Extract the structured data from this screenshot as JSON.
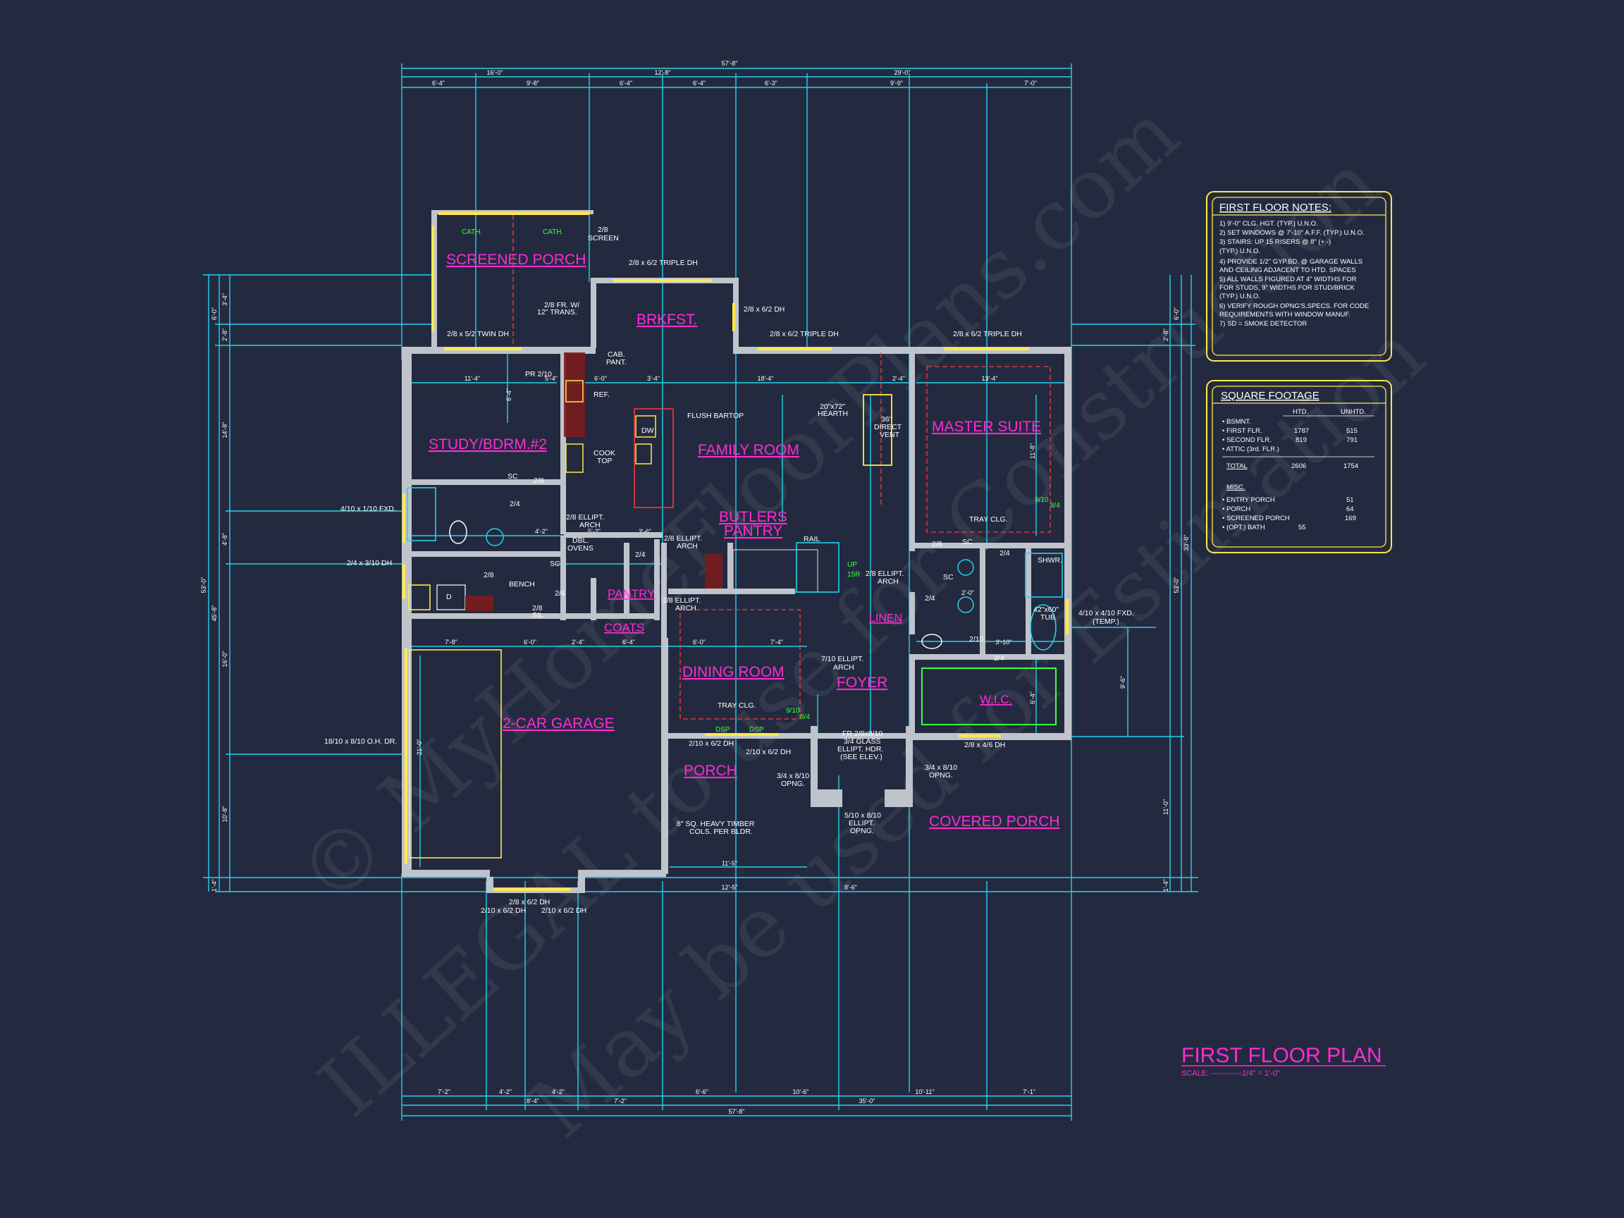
{
  "rooms": {
    "screened_porch": "SCREENED PORCH",
    "brkfst": "BRKFST.",
    "study": "STUDY/BDRM.#2",
    "family_room": "FAMILY ROOM",
    "master_suite": "MASTER SUITE",
    "butlers_pantry_1": "BUTLERS",
    "butlers_pantry_2": "PANTRY",
    "pantry": "PANTRY",
    "coats": "COATS",
    "linen": "LINEN",
    "dining_room": "DINING ROOM",
    "foyer": "FOYER",
    "wic": "W.I.C.",
    "garage": "2-CAR GARAGE",
    "porch": "PORCH",
    "covered_porch": "COVERED PORCH"
  },
  "labels": {
    "cath1": "CATH.",
    "cath2": "CATH.",
    "screen_1": "2/8",
    "screen_2": "SCREEN",
    "triple_dh_top": "2/8 x 6/2 TRIPLE DH",
    "fr_1": "2/8 FR. W/",
    "fr_2": "12\" TRANS.",
    "dh_28_62": "2/8 x 6/2 DH",
    "twin_dh": "2/8 x 5/2 TWIN DH",
    "triple_dh_fam": "2/8 x 6/2 TRIPLE DH",
    "triple_dh_mst": "2/8 x 6/2 TRIPLE DH",
    "cab_pant_1": "CAB.",
    "cab_pant_2": "PANT.",
    "pr210": "PR 2/10",
    "ref": "REF.",
    "flush_bartop": "FLUSH BARTOP",
    "dw": "DW",
    "cooktop_1": "COOK",
    "cooktop_2": "TOP",
    "hearth_1": "20\"x72\"",
    "hearth_2": "HEARTH",
    "vent_1": "36\"",
    "vent_2": "DIRECT",
    "vent_3": "VENT",
    "tray_clg": "TRAY CLG.",
    "ellipt_arch_k1": "2/8 ELLIPT.",
    "ellipt_arch_k2": "ARCH",
    "dbl_ovens_1": "DBL.",
    "dbl_ovens_2": "OVENS",
    "ellipt_butler_1": "2/8 ELLIPT.",
    "ellipt_butler_2": "ARCH",
    "rail": "RAIL",
    "up": "UP",
    "risers": "15R",
    "ellipt_foyer_1": "2/8 ELLIPT.",
    "ellipt_foyer_2": "ARCH",
    "ellipt_pantry_1": "2/8 ELLIPT.",
    "ellipt_pantry_2": "ARCH",
    "sc1": "SC",
    "sc2": "SC",
    "sc3": "SC",
    "sc4": "SC",
    "fxd_4_11": "4/10 x 1/10 FXD.",
    "dh_24_310": "2/4 x 3/10 DH",
    "bench": "BENCH",
    "wd": "D",
    "d28": "2/8",
    "d24a": "2/4",
    "d28b": "2/8",
    "d24b": "2/4",
    "d28c": "2/8",
    "sil": "SIL",
    "d24c": "2/4",
    "d28d": "2/8",
    "d24d": "2/4",
    "d24e": "2/4",
    "d210": "2/10",
    "d24f": "2/4",
    "shwr": "SHWR.",
    "tub_1": "42\"x60\"",
    "tub_2": "TUB",
    "fxd_temp_1": "4/10 x 4/10 FXD.",
    "fxd_temp_2": "(TEMP.)",
    "arch_710_1": "7/10 ELLIPT.",
    "arch_710_2": "ARCH",
    "dining_tray": "TRAY CLG.",
    "dsp1": "DSP",
    "dsp2": "DSP",
    "dh_porch_1": "2/10 x 6/2 DH",
    "dh_porch_2": "2/10 x 6/2 DH",
    "ofng_1": "3/4 x 8/10",
    "ofng_2": "OPNG.",
    "fr_glass_1": "FR 2/8x8/10",
    "fr_glass_2": "3/4 GLASS",
    "fr_glass_3": "ELLIPT. HDR.",
    "fr_glass_4": "(SEE ELEV.)",
    "dh_mst": "2/8 x 4/6 DH",
    "ofng_r_1": "3/4 x 8/10",
    "ofng_r_2": "OPNG.",
    "ellipt_ofng_1": "5/10 x 8/10",
    "ellipt_ofng_2": "ELLIPT.",
    "ellipt_ofng_3": "OPNG.",
    "timber_1": "8\" SQ. HEAVY TIMBER",
    "timber_2": "COLS. PER BLDR.",
    "garage_door": "18/10 x 8/10 O.H. DR.",
    "gar_dh_1": "2/8 x 6/2 DH",
    "gar_dh_2": "2/10 x 6/2 DH",
    "gar_dh_3": "2/10 x 6/2 DH",
    "door_910a": "9/10",
    "door_84a": "8/4",
    "door_910b": "9/10",
    "door_84b": "8/4"
  },
  "dims_top": {
    "overall": "57'-8\"",
    "s1": "16'-0\"",
    "s2": "12'-8\"",
    "s3": "29'-0\"",
    "d1": "6'-4\"",
    "d2": "9'-8\"",
    "d3": "6'-4\"",
    "d4": "6'-4\"",
    "d5": "6'-3\"",
    "d6": "9'-9\"",
    "d7": "7'-0\""
  },
  "dims_bottom": {
    "overall": "57'-8\"",
    "b1": "7'-2\"",
    "b2": "4'-2\"",
    "b3": "4'-2\"",
    "b4": "7'-2\"",
    "b5": "6'-6\"",
    "b6": "10'-6\"",
    "b7": "10'-11\"",
    "b8": "7'-1\"",
    "b9": "8'-4\"",
    "b10": "35'-0\""
  },
  "dims_left": {
    "overall": "53'-0\"",
    "l1": "45'-8\"",
    "a1": "3'-4\"",
    "a2": "6'-0\"",
    "a3": "2'-8\"",
    "a4": "14'-8\"",
    "a5": "4'-8\"",
    "a6": "16'-0\"",
    "a7": "10'-8\"",
    "a8": "1'-4\""
  },
  "dims_right": {
    "overall": "53'-0\"",
    "r1": "33'-8\"",
    "r2": "6'-0\"",
    "r3": "2'-8\"",
    "r4": "9'-6\"",
    "r5": "11'-0\"",
    "r6": "1'-4\""
  },
  "dims_inner": {
    "i1": "11'-4\"",
    "i2": "5'-4\"",
    "i3": "6'-0\"",
    "i4": "3'-4\"",
    "i5": "18'-4\"",
    "i6": "2'-4\"",
    "i7": "13'-4\"",
    "i8": "6'-4\"",
    "i9": "11'-8\"",
    "i10": "4'-2\"",
    "i11": "5'-2\"",
    "i12": "3'-6\"",
    "i13": "7'-8\"",
    "i14": "6'-0\"",
    "i15": "2'-4\"",
    "i16": "6'-4\"",
    "i17": "6'-0\"",
    "i18": "7'-4\"",
    "i19": "2'-0\"",
    "i20": "3'-10\"",
    "i21": "6'-4\"",
    "i22": "11'-5\"",
    "i23": "12'-5\"",
    "i24": "8'-6\"",
    "i25": "21'-0\""
  },
  "notes": {
    "title": "FIRST FLOOR NOTES:",
    "items": [
      "1) 9'-0\" CLG. HGT. (TYP.) U.N.O.",
      "2) SET WINDOWS @ 7'-10\" A.F.F. (TYP.) U.N.O.",
      "3) STAIRS: UP 15 RISERS @ 8\" (+ -)",
      "    (TYP.) U.N.O.",
      "4) PROVIDE 1/2\" GYP.BD. @ GARAGE WALLS",
      "    AND CEILING ADJACENT TO HTD. SPACES",
      "5) ALL WALLS FIGURED AT 4\" WIDTHS FOR",
      "    FOR STUDS, 9\" WIDTHS FOR STUD/BRICK",
      "    (TYP.) U.N.O.",
      "6) VERIFY ROUGH OPNG'S.SPECS. FOR CODE",
      "    REQUIREMENTS WITH WINDOW MANUF.",
      "7) SD = SMOKE DETECTOR"
    ]
  },
  "sqft": {
    "title": "SQUARE FOOTAGE",
    "col_htd": "HTD.",
    "col_unhtd": "UNHTD.",
    "rows": [
      {
        "label": "• BSMNT.",
        "htd": "",
        "unhtd": ""
      },
      {
        "label": "• FIRST FLR.",
        "htd": "1787",
        "unhtd": "515"
      },
      {
        "label": "• SECOND FLR.",
        "htd": "819",
        "unhtd": "791"
      },
      {
        "label": "• ATTIC (3rd. FLR.)",
        "htd": "",
        "unhtd": ""
      }
    ],
    "total_label": "TOTAL",
    "total_htd": "2606",
    "total_unhtd": "1754",
    "misc_label": "MISC.",
    "misc_rows": [
      {
        "label": "• ENTRY PORCH",
        "val": "51"
      },
      {
        "label": "• PORCH",
        "val": "64"
      },
      {
        "label": "• SCREENED PORCH",
        "val": "169"
      },
      {
        "label": "• (OPT.) BATH",
        "val": "55"
      }
    ]
  },
  "title": {
    "main": "FIRST FLOOR PLAN",
    "scale": "SCALE: ------------1/4\" = 1'-0\""
  },
  "watermark": {
    "line1": "© MyHomeFloorPlans.com",
    "line2": "ILLEGAL to use for Construction",
    "line3": "May be used for Estimation"
  },
  "colors": {
    "background": "#232a3f",
    "dimension": "#22d3ee",
    "room_label": "#ff2bd6",
    "window": "#ffe94a",
    "wall": "#bfc4cc",
    "hidden": "#ff3b3b",
    "door_swing": "#3dff3d"
  }
}
